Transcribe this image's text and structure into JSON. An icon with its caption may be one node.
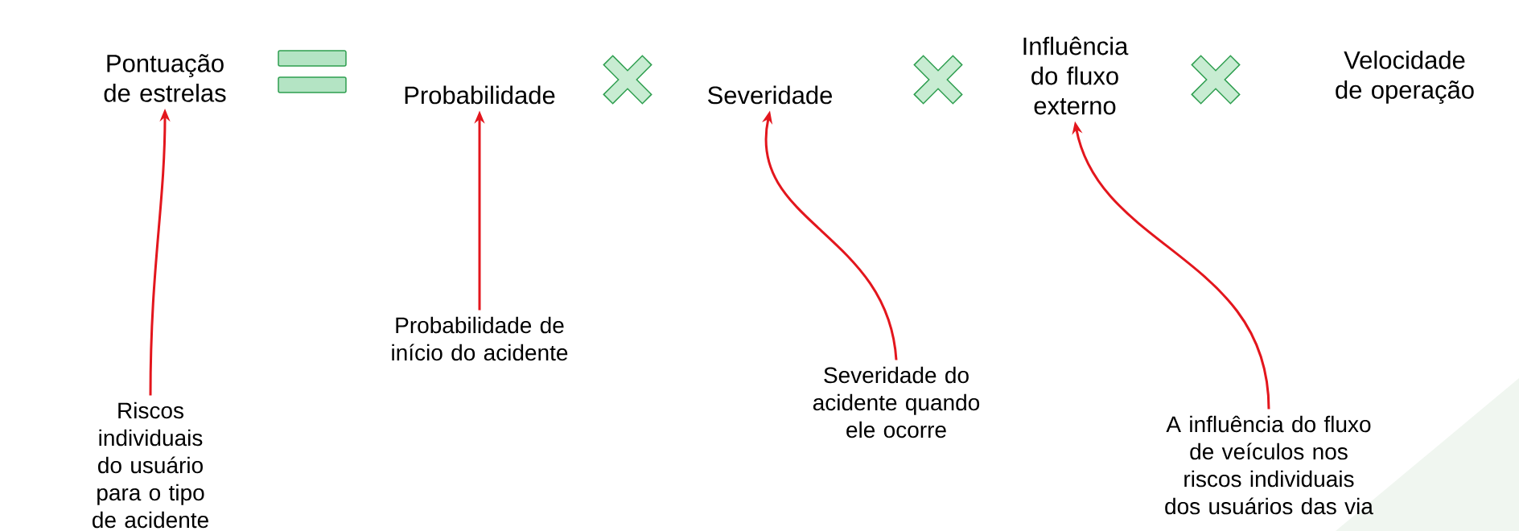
{
  "diagram": {
    "nodes": [
      {
        "text": [
          "Pontuação de estrelas"
        ]
      },
      {
        "text": [
          "Probabilidade"
        ]
      },
      {
        "text": [
          "Severidade"
        ]
      },
      {
        "text": [
          "Influência do fluxo externo"
        ]
      },
      {
        "text": [
          "Velocidade de operação"
        ]
      },
      {
        "text": [
          "Riscos individuais do usuário para o tipo de acidente"
        ]
      },
      {
        "text": [
          "Probabilidade de início do acidente"
        ]
      },
      {
        "text": [
          "Severidade do acidente quando ele ocorre"
        ]
      },
      {
        "text": [
          "A influência do fluxo de veículos nos riscos individuais dos usuários das via"
        ]
      }
    ],
    "edges": [
      {
        "from": 5,
        "to": 0,
        "arrow": "to",
        "color": "#e3161d"
      },
      {
        "from": 6,
        "to": 1,
        "arrow": "to",
        "color": "#e3161d"
      },
      {
        "from": 7,
        "to": 2,
        "arrow": "to",
        "color": "#e3161d"
      },
      {
        "from": 8,
        "to": 3,
        "arrow": "to",
        "color": "#e3161d"
      }
    ]
  }
}
